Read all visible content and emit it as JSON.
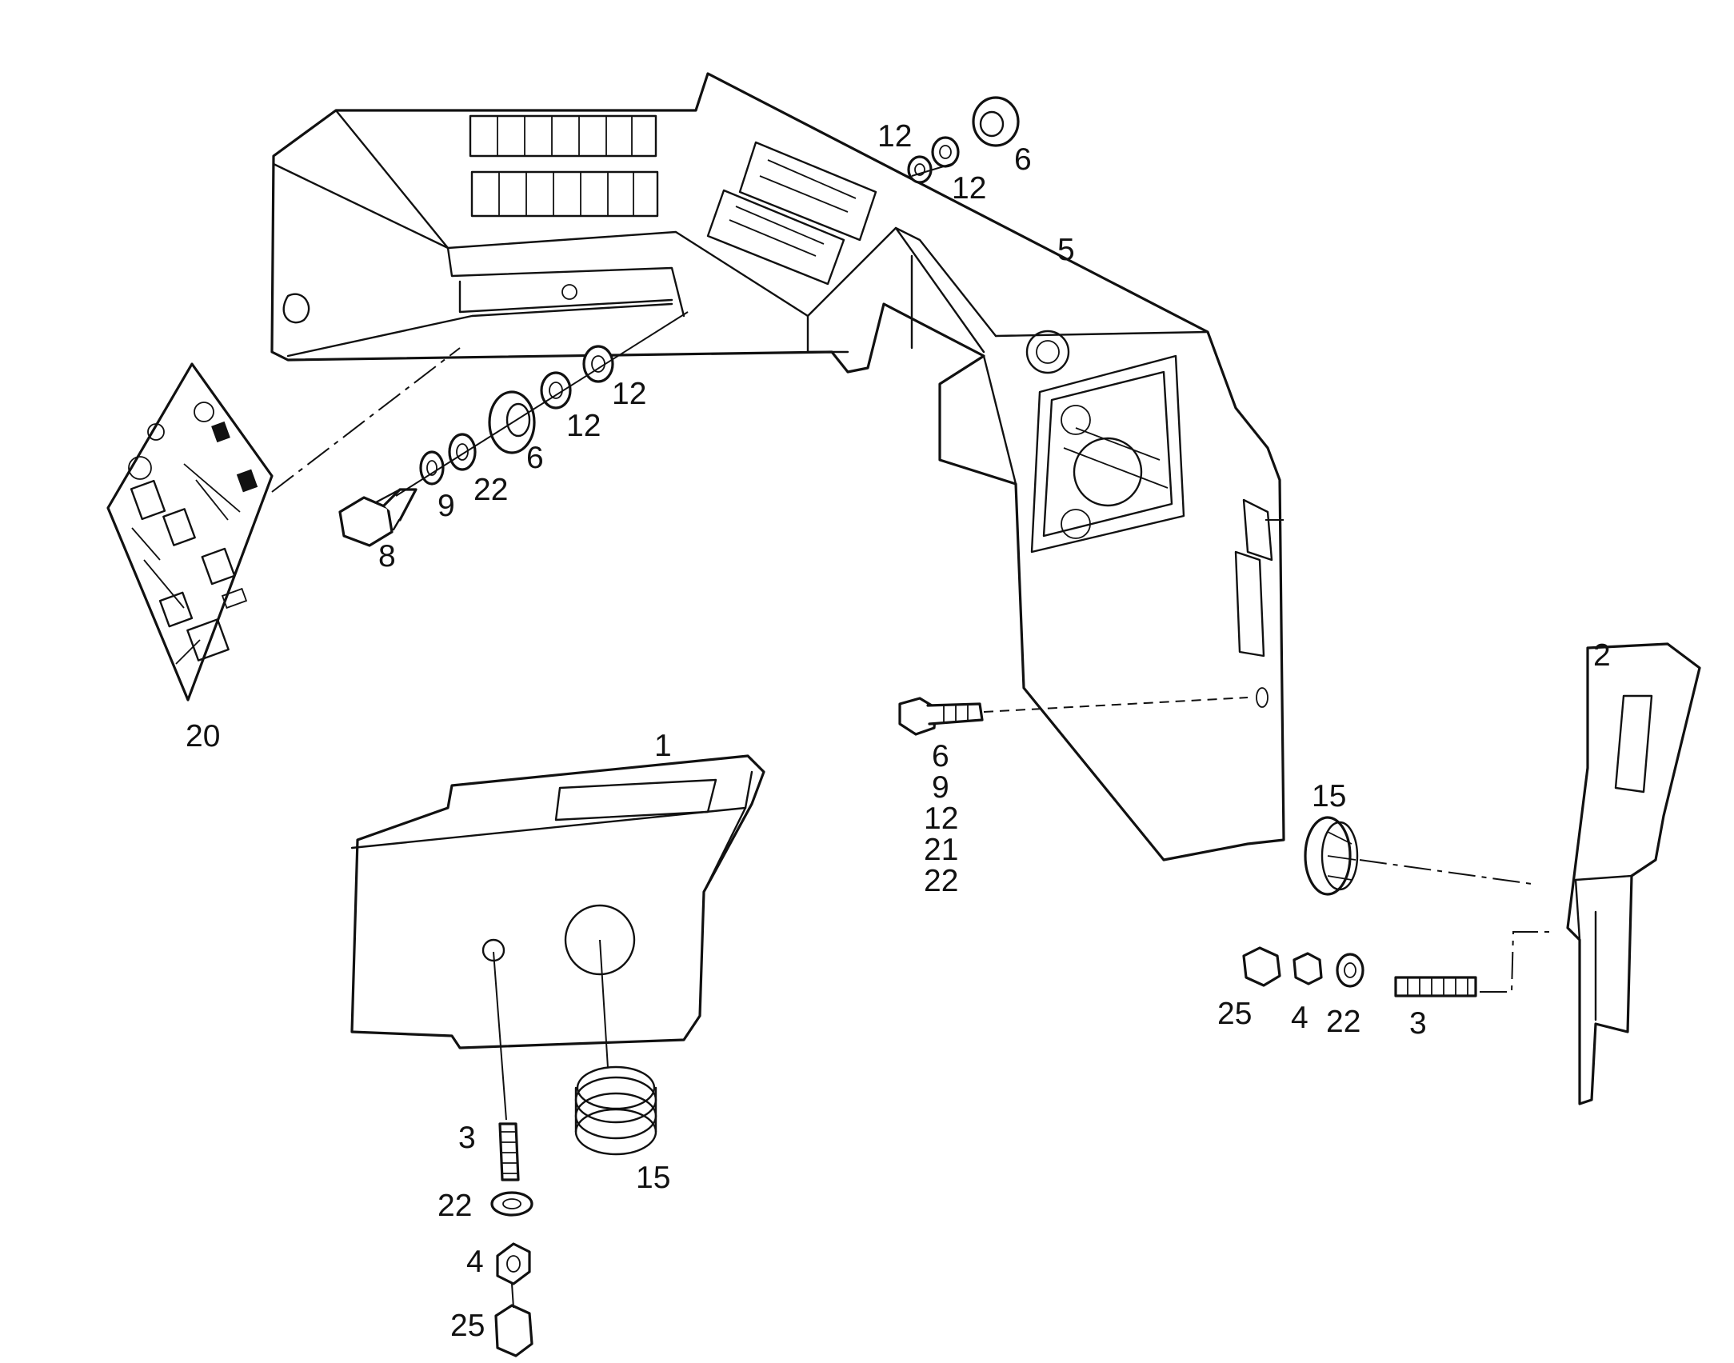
{
  "callouts": {
    "c1": "1",
    "c2": "2",
    "c3a": "3",
    "c3b": "3",
    "c4a": "4",
    "c4b": "4",
    "c5": "5",
    "c6a": "6",
    "c6b": "6",
    "c8": "8",
    "c9": "9",
    "c12a": "12",
    "c12b": "12",
    "c12c": "12",
    "c12d": "12",
    "c15a": "15",
    "c15b": "15",
    "c20": "20",
    "c22a": "22",
    "c22b": "22",
    "c22c": "22",
    "c25a": "25",
    "c25b": "25",
    "stack": [
      "6",
      "9",
      "12",
      "21",
      "22"
    ]
  }
}
